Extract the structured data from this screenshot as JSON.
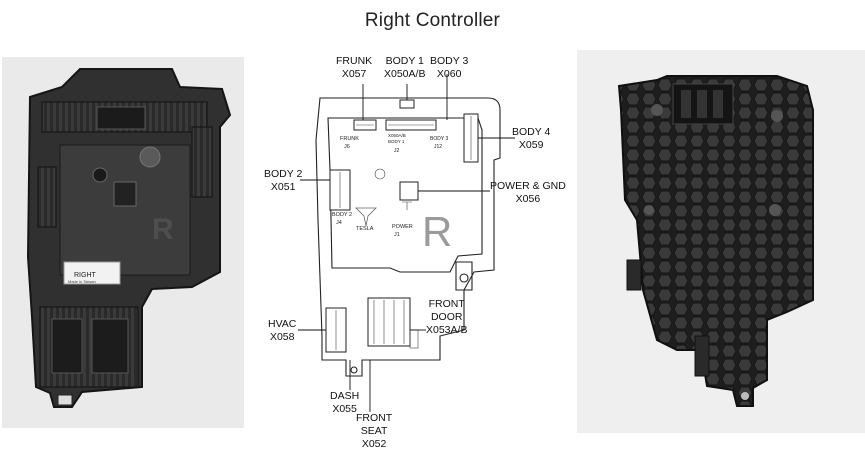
{
  "title": "Right Controller",
  "colors": {
    "background": "#ffffff",
    "photo_bg": "#ececec",
    "housing": "#2b2b2b",
    "line": "#222222"
  },
  "left_photo": {
    "sticker_name": "RIGHT",
    "sticker_origin": "Made in Taiwan"
  },
  "diagram": {
    "board_texts": {
      "frunk": "FRUNK",
      "j6": "J6",
      "body1": "BODY 1",
      "x050": "X050A/B",
      "j2": "J2",
      "body3": "BODY 3",
      "j12": "J12",
      "body2": "BODY 2",
      "j4": "J4",
      "power": "POWER",
      "j1": "J1",
      "logo": "TESLA",
      "big_letter": "R"
    }
  },
  "labels": {
    "frunk": {
      "name": "FRUNK",
      "code": "X057"
    },
    "body1": {
      "name": "BODY 1",
      "code": "X050A/B"
    },
    "body3": {
      "name": "BODY 3",
      "code": "X060"
    },
    "body4": {
      "name": "BODY 4",
      "code": "X059"
    },
    "body2": {
      "name": "BODY 2",
      "code": "X051"
    },
    "power": {
      "name": "POWER & GND",
      "code": "X056"
    },
    "hvac": {
      "name": "HVAC",
      "code": "X058"
    },
    "front_door": {
      "line1": "FRONT",
      "line2": "DOOR",
      "code": "X053A/B"
    },
    "dash": {
      "name": "DASH",
      "code": "X055"
    },
    "front_seat": {
      "line1": "FRONT",
      "line2": "SEAT",
      "code": "X052"
    }
  }
}
